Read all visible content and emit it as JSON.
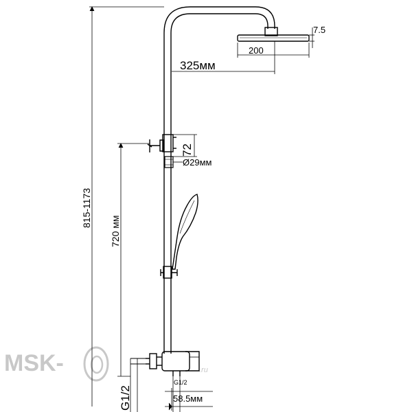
{
  "dimensions": {
    "total_height": "815-1173",
    "mixer_height": "720 мм",
    "arm_reach": "325мм",
    "head_diameter": "200",
    "head_thickness": "7.5",
    "holder_offset": "72",
    "pipe_diameter": "Ø29мм",
    "inlet_thread_left": "G1/2",
    "inlet_thread_bottom": "G1/2",
    "inlet_spacing": "58.5мм"
  },
  "watermark": {
    "brand": "MSK-",
    "domain": ".ru"
  },
  "colors": {
    "line": "#000000",
    "watermark": "#c8c8c8"
  }
}
